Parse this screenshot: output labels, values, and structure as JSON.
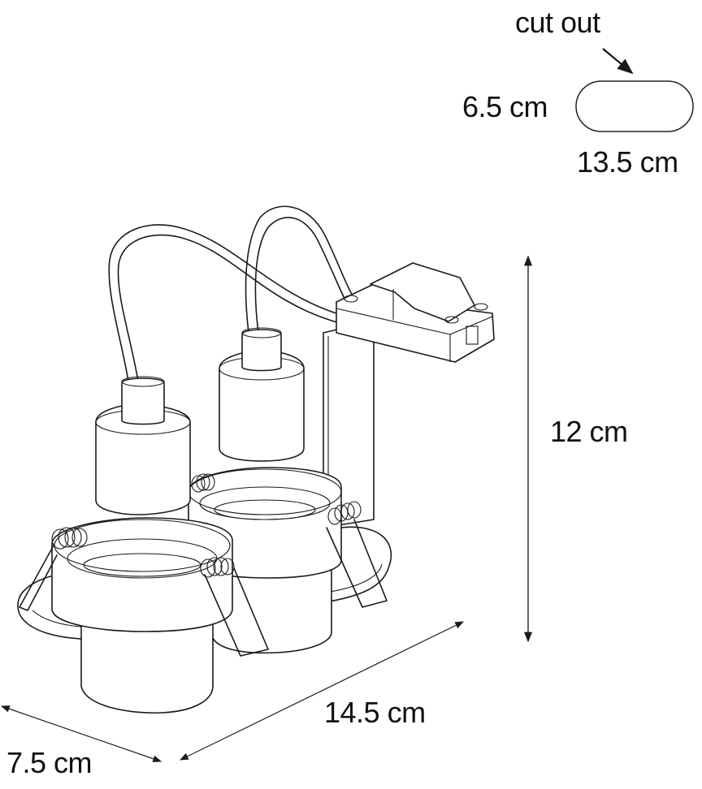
{
  "figure": {
    "type": "technical-dimension-drawing",
    "subject": "double recessed spotlight fitting with transformer box"
  },
  "cutout": {
    "label": "cut out",
    "height_label": "6.5 cm",
    "width_label": "13.5 cm",
    "shape": "rounded-slot"
  },
  "dimensions": {
    "height": {
      "label": "12 cm",
      "orientation": "vertical"
    },
    "length": {
      "label": "14.5 cm",
      "orientation": "diagonal"
    },
    "depth": {
      "label": "7.5 cm",
      "orientation": "diagonal"
    }
  },
  "colors": {
    "line": "#1a1a1a",
    "background": "#ffffff"
  }
}
